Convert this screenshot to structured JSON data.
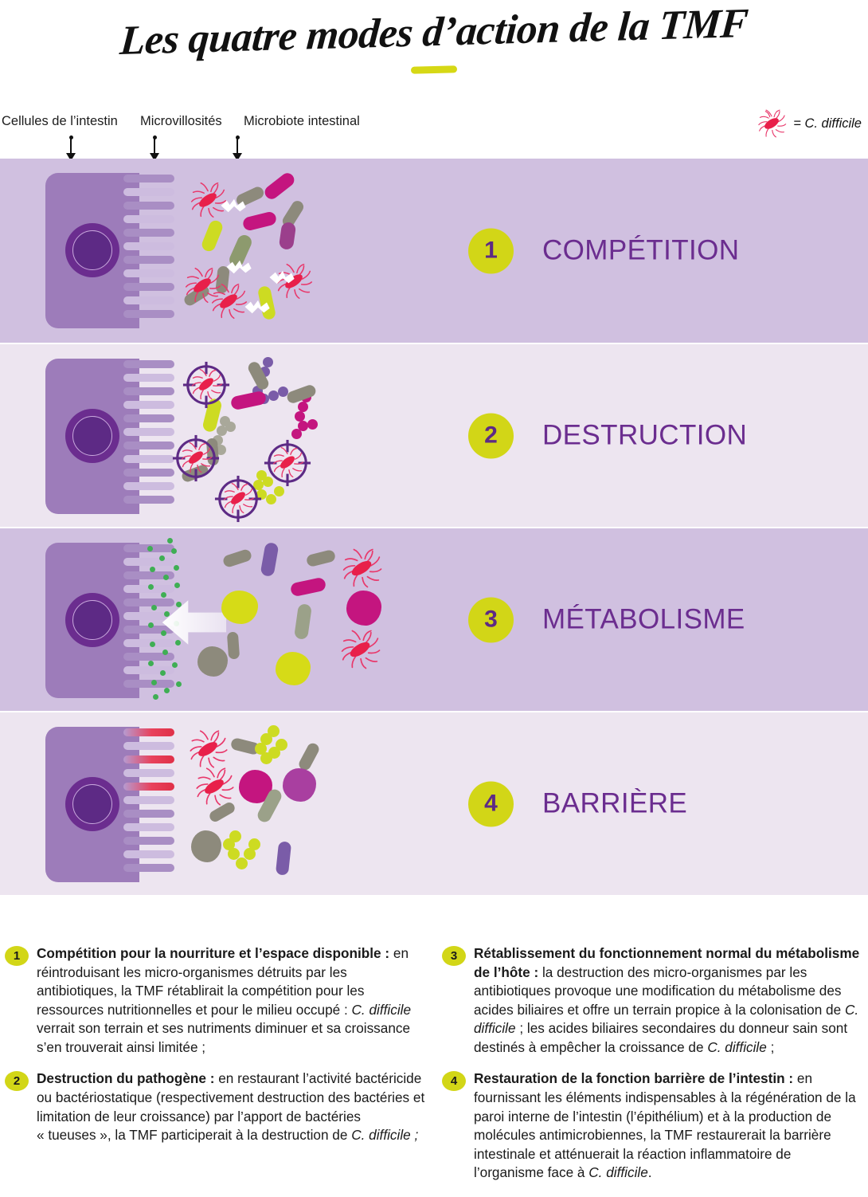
{
  "title": "Les quatre modes d’action de la TMF",
  "top_labels": [
    {
      "text": "Cellules de l’intestin"
    },
    {
      "text": "Microvillosités"
    },
    {
      "text": "Microbiote intestinal"
    }
  ],
  "legend": {
    "icon": "c-difficile-bacterium-icon",
    "equals": "= ",
    "species": "C. difficile"
  },
  "panels": [
    {
      "number": "1",
      "label": "COMPÉTITION",
      "scene": "competition"
    },
    {
      "number": "2",
      "label": "DESTRUCTION",
      "scene": "destruction"
    },
    {
      "number": "3",
      "label": "MÉTABOLISME",
      "scene": "metabolisme"
    },
    {
      "number": "4",
      "label": "BARRIÈRE",
      "scene": "barriere"
    }
  ],
  "explanations": {
    "left": [
      {
        "number": "1",
        "heading": "Compétition pour la nourriture et l’espace disponible :",
        "body_before": " en réintroduisant les micro-organismes détruits par les antibiotiques, la TMF rétablirait la compétition pour les ressources nutritionnelles et pour le milieu occupé : ",
        "italic": "C. difficile",
        "body_after": " verrait son terrain et ses nutriments diminuer et sa croissance s’en trouverait ainsi limitée ;"
      },
      {
        "number": "2",
        "heading": "Destruction du pathogène :",
        "body_before": " en restaurant l’activité bactéricide ou bactériostatique (respectivement destruction des bactéries et limitation de leur croissance) par l’apport de bactéries « tueuses », la TMF participerait à la destruction de ",
        "italic": "C. difficile ;",
        "body_after": ""
      }
    ],
    "right": [
      {
        "number": "3",
        "heading": "Rétablissement du fonctionnement normal du métabolisme de l’hôte :",
        "body_before": " la destruction des micro-organismes par les antibiotiques provoque une modification du métabolisme des acides biliaires et offre un terrain propice à la colonisation de ",
        "italic": "C. difficile",
        "body_after": " ; les acides biliaires secondaires du donneur sain sont destinés à empêcher la croissance de ",
        "italic2": "C. difficile",
        "body_end": " ;"
      },
      {
        "number": "4",
        "heading": "Restauration de la fonction barrière de l’intestin :",
        "body_before": " en fournissant les éléments indispensables à la régénération de la paroi interne de l’intestin (l’épithélium) et à la production de molécules antimicrobiennes, la TMF restaurerait la barrière intestinale et atténuerait la réaction inflammatoire de l’organisme face à ",
        "italic": "C. difficile",
        "body_after": "."
      }
    ]
  },
  "colors": {
    "accent_yellow": "#d2d617",
    "purple_dark": "#6b2d8f",
    "panel_dark": "#d0c0e0",
    "panel_light": "#ede5f0",
    "cell_body": "#9d7cba",
    "cdiff_red": "#e8204a",
    "metabolite_green": "#3fae54"
  }
}
